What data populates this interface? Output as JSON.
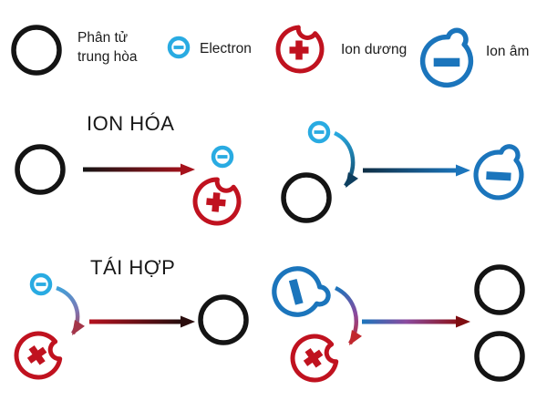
{
  "legend": {
    "items": [
      {
        "id": "neutral-molecule",
        "label": "Phân tử trung hòa"
      },
      {
        "id": "electron",
        "label": "Electron"
      },
      {
        "id": "positive-ion",
        "label": "Ion dương"
      },
      {
        "id": "negative-ion",
        "label": "Ion âm"
      }
    ]
  },
  "sections": {
    "ionization": {
      "title": "ION HÓA"
    },
    "recombination": {
      "title": "TÁI HỢP"
    }
  },
  "colors": {
    "neutral_black": "#141414",
    "electron_cyan": "#29abe2",
    "positive_ion_red": "#c0121f",
    "negative_ion_blue": "#1b75bc",
    "arrow_dark_red": "#a6121c",
    "arrow_navy": "#0f2e44",
    "arrow_purple": "#8a4a9e",
    "arrow_maroon": "#8b0e12"
  }
}
